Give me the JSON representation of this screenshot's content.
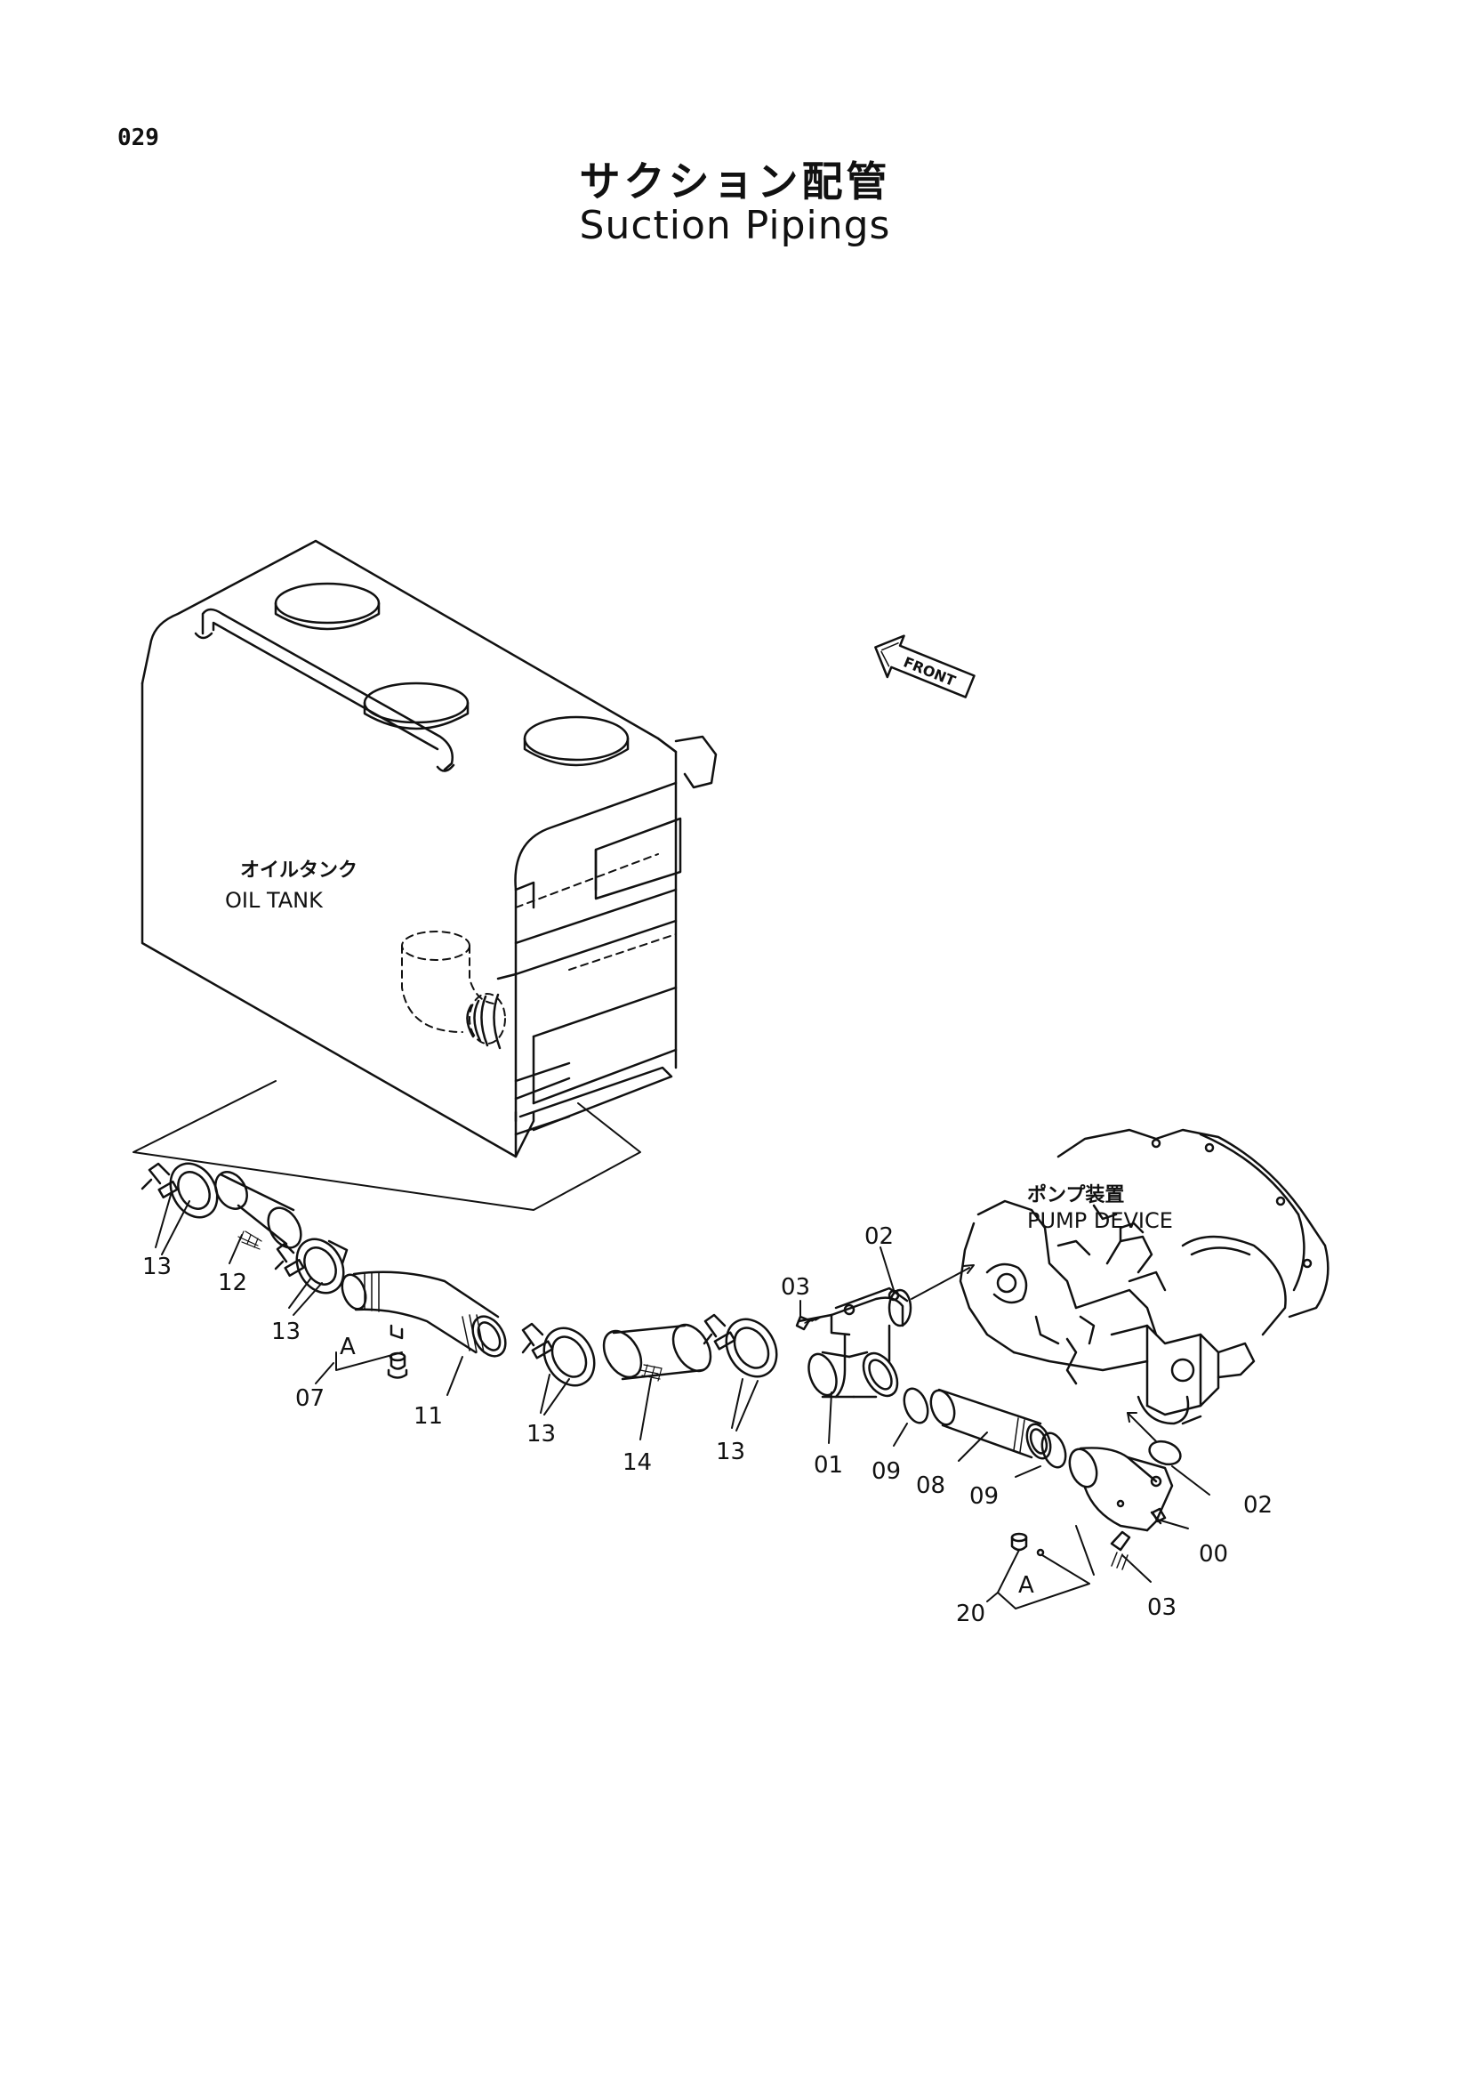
{
  "page_number": "029",
  "title": {
    "japanese": "サクション配管",
    "english": "Suction Pipings"
  },
  "labels": {
    "oil_tank_jp": "オイルタンク",
    "oil_tank_en": "OIL TANK",
    "pump_device_jp": "ポンプ装置",
    "pump_device_en": "PUMP DEVICE",
    "front": "FRONT"
  },
  "callouts": {
    "c13_a": "13",
    "c12": "12",
    "c13_b": "13",
    "a_left": "A",
    "c07": "07",
    "c11": "11",
    "c13_c": "13",
    "c14": "14",
    "c13_d": "13",
    "c03_a": "03",
    "c02_a": "02",
    "c01": "01",
    "c09_a": "09",
    "c08": "08",
    "c09_b": "09",
    "c02_b": "02",
    "c00": "00",
    "c03_b": "03",
    "a_right": "A",
    "c20": "20"
  },
  "colors": {
    "ink": "#111111",
    "paper": "#ffffff"
  }
}
